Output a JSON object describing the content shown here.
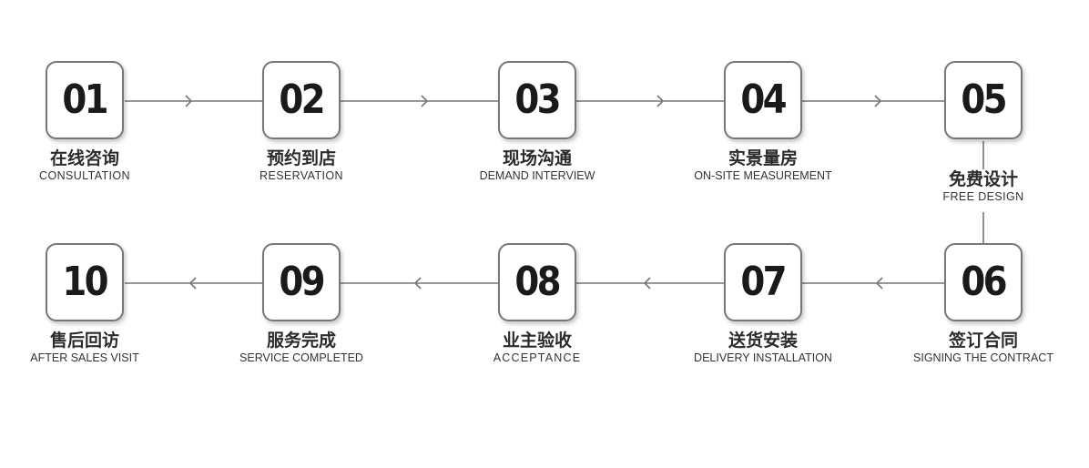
{
  "steps": [
    {
      "number": "01",
      "title": "在线咨询",
      "subtitle": "CONSULTATION"
    },
    {
      "number": "02",
      "title": "预约到店",
      "subtitle": "RESERVATION"
    },
    {
      "number": "03",
      "title": "现场沟通",
      "subtitle": "DEMAND INTERVIEW"
    },
    {
      "number": "04",
      "title": "实景量房",
      "subtitle": "ON-SITE MEASUREMENT"
    },
    {
      "number": "05",
      "title": "免费设计",
      "subtitle": "FREE DESIGN"
    },
    {
      "number": "06",
      "title": "签订合同",
      "subtitle": "SIGNING THE CONTRACT"
    },
    {
      "number": "07",
      "title": "送货安装",
      "subtitle": "DELIVERY INSTALLATION"
    },
    {
      "number": "08",
      "title": "业主验收",
      "subtitle": "ACCEPTANCE"
    },
    {
      "number": "09",
      "title": "服务完成",
      "subtitle": "SERVICE COMPLETED"
    },
    {
      "number": "10",
      "title": "售后回访",
      "subtitle": "AFTER SALES VISIT"
    }
  ],
  "colors": {
    "box_border": "#777777",
    "connector": "#777777",
    "number_text": "#1a1a1a",
    "label_text": "#2b2b2b"
  }
}
